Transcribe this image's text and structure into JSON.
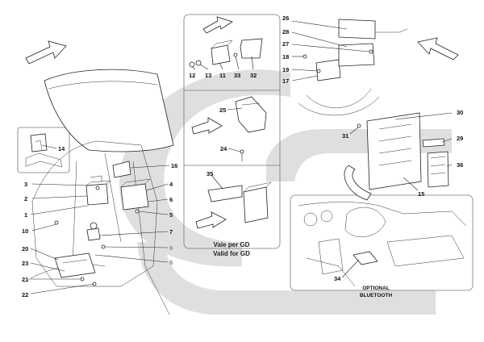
{
  "captions": {
    "vale_per_gd": "Vale per GD",
    "valid_for_gd": "Valid for GD",
    "optional": "OPTIONAL",
    "bluetooth": "BLUETOOTH"
  },
  "callouts": {
    "n1": "1",
    "n2": "2",
    "n3": "3",
    "n4": "4",
    "n5": "5",
    "n6": "6",
    "n7": "7",
    "n8": "8",
    "n9": "9",
    "n10": "10",
    "n11": "11",
    "n12": "12",
    "n13": "13",
    "n14": "14",
    "n15": "15",
    "n16": "16",
    "n17": "17",
    "n18": "18",
    "n19": "19",
    "n20": "20",
    "n21": "21",
    "n22": "22",
    "n23": "23",
    "n24": "24",
    "n25": "25",
    "n26": "26",
    "n27": "27",
    "n28": "28",
    "n29": "29",
    "n30": "30",
    "n31": "31",
    "n32": "32",
    "n33": "33",
    "n34": "34",
    "n35": "35",
    "n36": "36"
  },
  "colors": {
    "watermark": "#d9d9d9",
    "line": "#222222",
    "panel_border": "#777777"
  }
}
